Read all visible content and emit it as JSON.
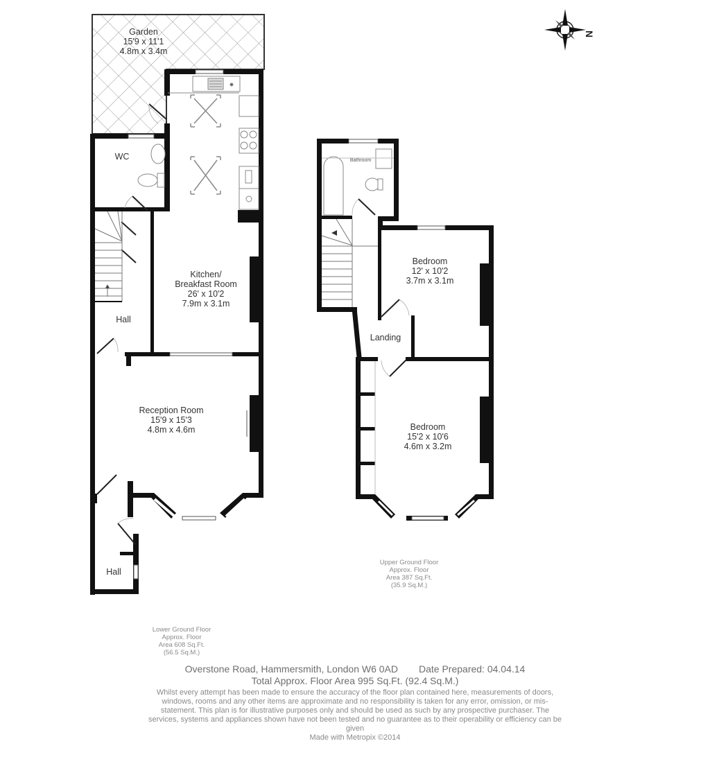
{
  "compass": {
    "north_label": "N",
    "icon": "compass-rose-icon"
  },
  "lower_ground_floor": {
    "rooms": [
      {
        "name": "Garden",
        "imperial": "15'9 x 11'1",
        "metric": "4.8m x 3.4m"
      },
      {
        "name": "WC"
      },
      {
        "name": "Kitchen/",
        "name2": "Breakfast Room",
        "imperial": "26' x 10'2",
        "metric": "7.9m x 3.1m"
      },
      {
        "name": "Hall"
      },
      {
        "name": "Reception Room",
        "imperial": "15'9 x 15'3",
        "metric": "4.8m x 4.6m"
      },
      {
        "name": "Hall"
      }
    ],
    "area_note": {
      "line1": "Lower Ground Floor",
      "line2": "Approx. Floor",
      "line3": "Area 608 Sq.Ft.",
      "line4": "(56.5 Sq.M.)"
    }
  },
  "upper_ground_floor": {
    "rooms": [
      {
        "name": "Bathroom"
      },
      {
        "name": "Bedroom",
        "imperial": "12' x 10'2",
        "metric": "3.7m x 3.1m"
      },
      {
        "name": "Landing"
      },
      {
        "name": "Bedroom",
        "imperial": "15'2 x 10'6",
        "metric": "4.6m x 3.2m"
      }
    ],
    "area_note": {
      "line1": "Upper Ground Floor",
      "line2": "Approx. Floor",
      "line3": "Area 387 Sq.Ft.",
      "line4": "(35.9 Sq.M.)"
    }
  },
  "footer": {
    "address": "Overstone Road, Hammersmith, London W6 0AD",
    "date_prepared": "Date Prepared: 04.04.14",
    "total_area": "Total Approx. Floor Area 995 Sq.Ft. (92.4 Sq.M.)",
    "disclaimer": "Whilst every attempt has been made to ensure the accuracy of the floor plan contained here, measurements of doors, windows, rooms and any other items are approximate and no responsibility is taken for any error, omission, or mis-statement. This plan is for illustrative purposes only and should be used as such by any prospective purchaser. The services, systems and appliances shown have not been tested and no guarantee as to their operability or efficiency can be given",
    "made_with": "Made with Metropix ©2014"
  },
  "colors": {
    "wall": "#111111",
    "fixture": "#8c8c8c",
    "text": "#333333",
    "note": "#8a8a8a"
  }
}
